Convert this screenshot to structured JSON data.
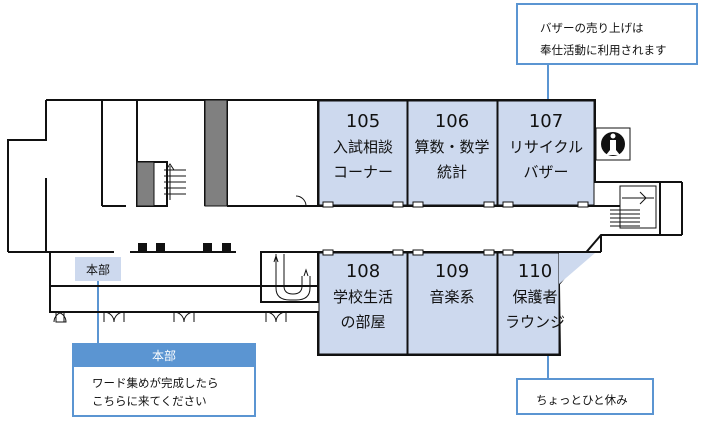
{
  "rooms": [
    {
      "number": "105",
      "lines": [
        "入試相談",
        "コーナー"
      ]
    },
    {
      "number": "106",
      "lines": [
        "算数・数学",
        "統計"
      ]
    },
    {
      "number": "107",
      "lines": [
        "リサイクル",
        "バザー"
      ]
    },
    {
      "number": "108",
      "lines": [
        "学校生活",
        "の部屋"
      ]
    },
    {
      "number": "109",
      "lines": [
        "音楽系"
      ]
    },
    {
      "number": "110",
      "lines": [
        "保護者",
        "ラウンジ"
      ]
    }
  ],
  "honbu_label": "本部",
  "callouts": {
    "bazaar": {
      "lines": [
        "バザーの売り上げは",
        "奉仕活動に利用されます"
      ]
    },
    "lounge": {
      "lines": [
        "ちょっとひと休み"
      ]
    },
    "honbu": {
      "title": "本部",
      "lines": [
        "ワード集めが完成したら",
        "こちらに来てください"
      ]
    }
  },
  "colors": {
    "room_fill": "#cdd9ee",
    "accent": "#5b95d2",
    "wall": "#111111",
    "pillar": "#808080"
  },
  "icons": [
    "info-icon",
    "stairs-icon",
    "door-swing-icon"
  ]
}
